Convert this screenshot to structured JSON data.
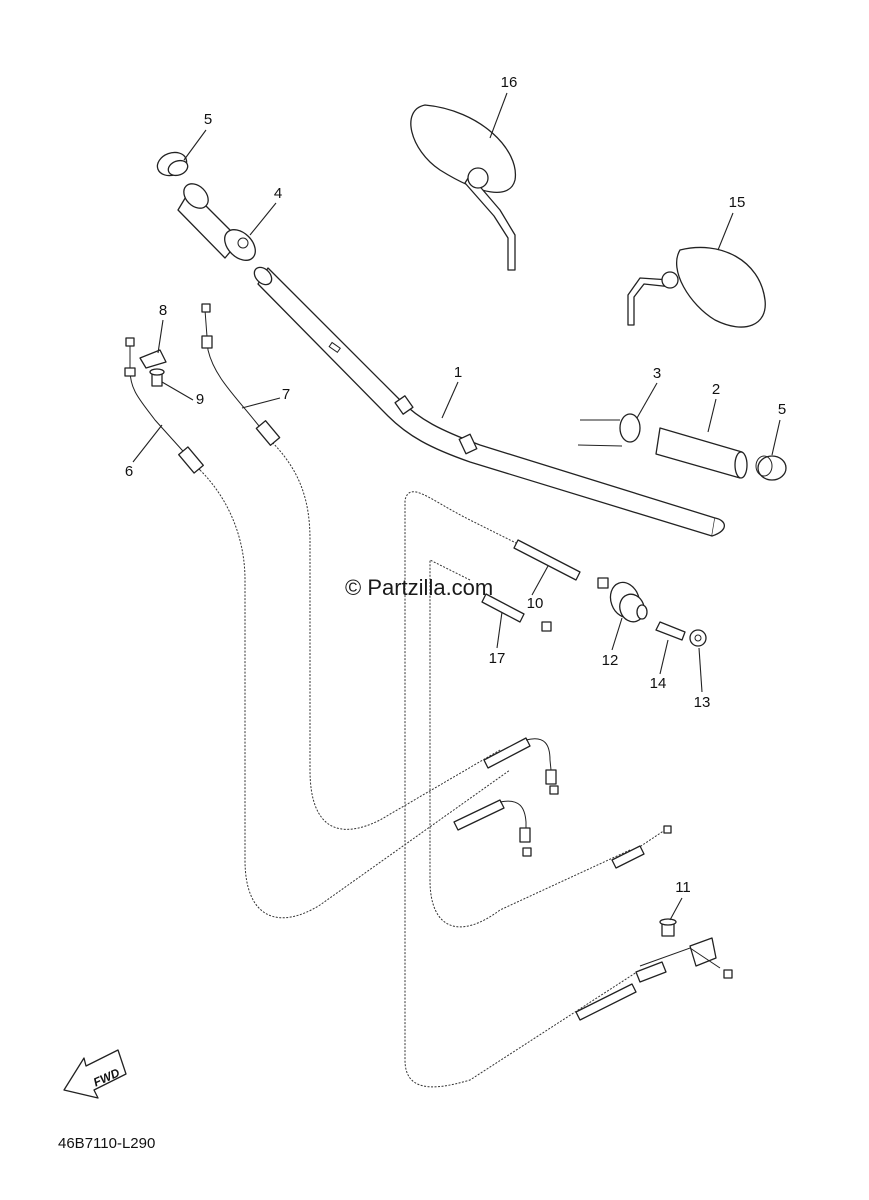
{
  "watermark": "© Partzilla.com",
  "diagram_code": "46B7110-L290",
  "fwd_label": "FWD",
  "part_labels": [
    "1",
    "2",
    "3",
    "4",
    "5",
    "5",
    "6",
    "7",
    "8",
    "9",
    "10",
    "11",
    "12",
    "13",
    "14",
    "15",
    "16",
    "17"
  ]
}
